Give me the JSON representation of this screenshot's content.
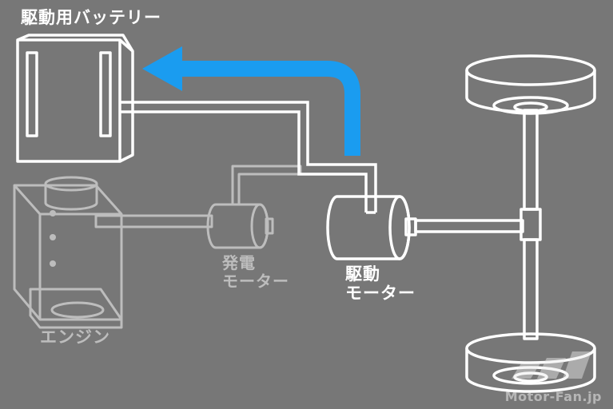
{
  "labels": {
    "battery": "駆動用バッテリー",
    "generator_line1": "発電",
    "generator_line2": "モーター",
    "drive_line1": "駆動",
    "drive_line2": "モーター",
    "engine": "エンジン"
  },
  "watermark": "Motor-Fan.jp",
  "colors": {
    "background": "#777777",
    "active_line": "#ffffff",
    "inactive_line": "#bdbdbd",
    "energy_flow_arrow": "#1a9cf0"
  }
}
